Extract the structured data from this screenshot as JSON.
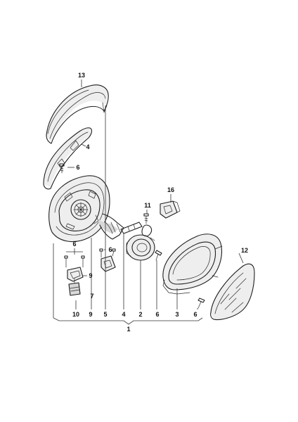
{
  "callouts": {
    "c13": "13",
    "c4_upper": "4",
    "c6_upper": "6",
    "c16": "16",
    "c11": "11",
    "c6_group": "6",
    "c6_middle": "6",
    "c9_side": "9",
    "c7": "7",
    "c12": "12",
    "b10": "10",
    "b9": "9",
    "b5": "5",
    "b4": "4",
    "b2": "2",
    "b6": "6",
    "b3": "3",
    "b6_right": "6",
    "c1": "1"
  }
}
